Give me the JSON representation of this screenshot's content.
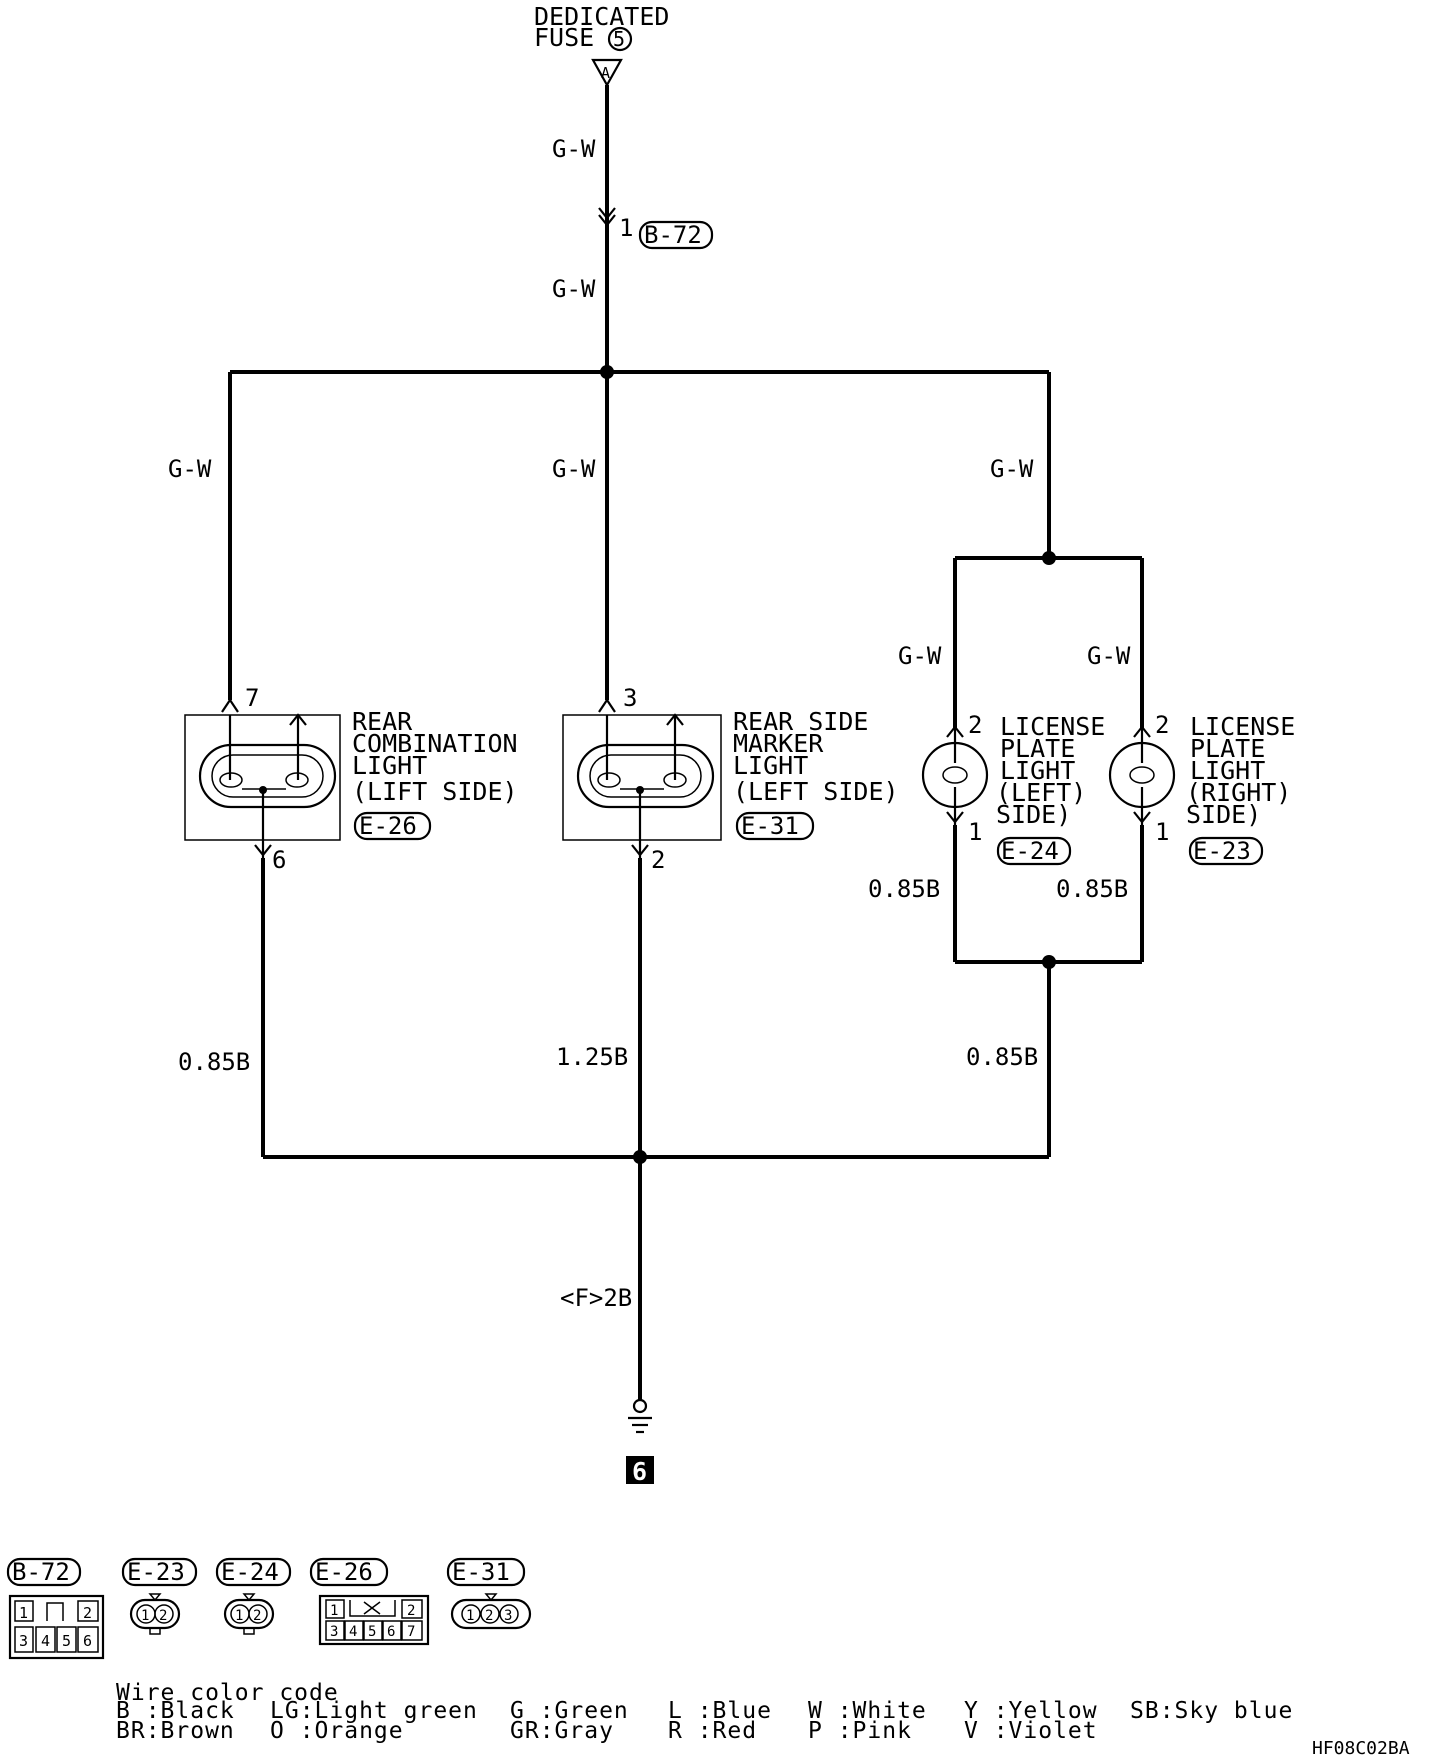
{
  "fuse": {
    "line1": "DEDICATED",
    "line2": "FUSE",
    "number": "5",
    "connector_letter": "A"
  },
  "wires": {
    "gw_top": "G-W",
    "gw_mid": "G-W",
    "gw_left": "G-W",
    "gw_center": "G-W",
    "gw_right": "G-W",
    "gw_lic_left": "G-W",
    "gw_lic_right": "G-W",
    "w_lic_left_bottom": "0.85B",
    "w_lic_right_bottom": "0.85B",
    "w_left_bottom": "0.85B",
    "w_center_bottom": "1.25B",
    "w_right_bottom": "0.85B",
    "w_ground": "<F>2B"
  },
  "connectors": {
    "b72": {
      "label": "B-72",
      "pin": "1"
    },
    "e26": {
      "label": "E-26",
      "pin_top": "7",
      "pin_bottom": "6"
    },
    "e31": {
      "label": "E-31",
      "pin_top": "3",
      "pin_bottom": "2"
    },
    "e24": {
      "label": "E-24",
      "pin_top": "2",
      "pin_bottom": "1"
    },
    "e23": {
      "label": "E-23",
      "pin_top": "2",
      "pin_bottom": "1"
    }
  },
  "components": {
    "rear_combination": [
      "REAR",
      "COMBINATION",
      "LIGHT",
      "(LIFT SIDE)"
    ],
    "rear_side_marker": [
      "REAR SIDE",
      "MARKER",
      "LIGHT",
      "(LEFT SIDE)"
    ],
    "license_left": [
      "LICENSE",
      "PLATE",
      "LIGHT",
      "(LEFT)",
      "SIDE)"
    ],
    "license_right": [
      "LICENSE",
      "PLATE",
      "LIGHT",
      "(RIGHT)",
      "SIDE)"
    ]
  },
  "ground": {
    "number": "6"
  },
  "connector_views": [
    {
      "label": "B-72",
      "pins_top": [
        "1",
        "",
        "2"
      ],
      "pins_bottom": [
        "3",
        "4",
        "5",
        "6"
      ]
    },
    {
      "label": "E-23",
      "pins": [
        "1",
        "2"
      ]
    },
    {
      "label": "E-24",
      "pins": [
        "1",
        "2"
      ]
    },
    {
      "label": "E-26",
      "pins_top": [
        "1",
        "",
        "2"
      ],
      "pins_bottom": [
        "3",
        "4",
        "5",
        "6",
        "7"
      ]
    },
    {
      "label": "E-31",
      "pins": [
        "1",
        "2",
        "3"
      ]
    }
  ],
  "color_code": {
    "title": "Wire color code",
    "row1": [
      "B :Black",
      "LG:Light green",
      "G :Green",
      "L :Blue",
      "W :White",
      "Y :Yellow",
      "SB:Sky blue"
    ],
    "row2": [
      "BR:Brown",
      "O :Orange",
      "GR:Gray",
      "R :Red",
      "P :Pink",
      "V :Violet"
    ]
  },
  "figure_id": "HF08C02BA"
}
